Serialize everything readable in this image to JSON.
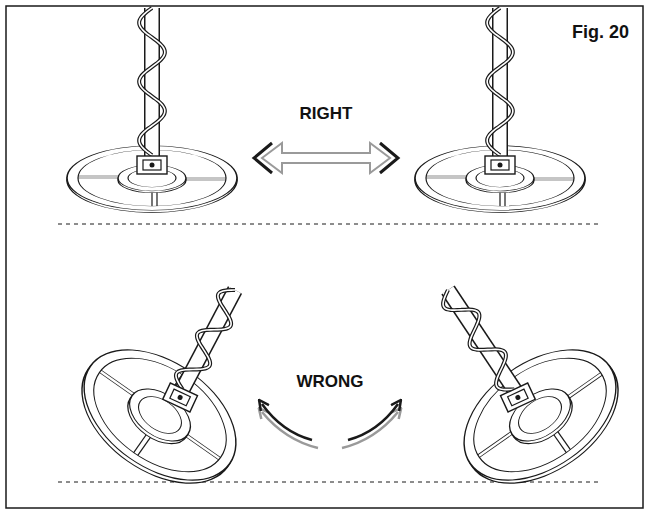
{
  "diagram": {
    "labels": [
      "Fig. 20",
      "RIGHT",
      "WRONG"
    ]
  }
}
